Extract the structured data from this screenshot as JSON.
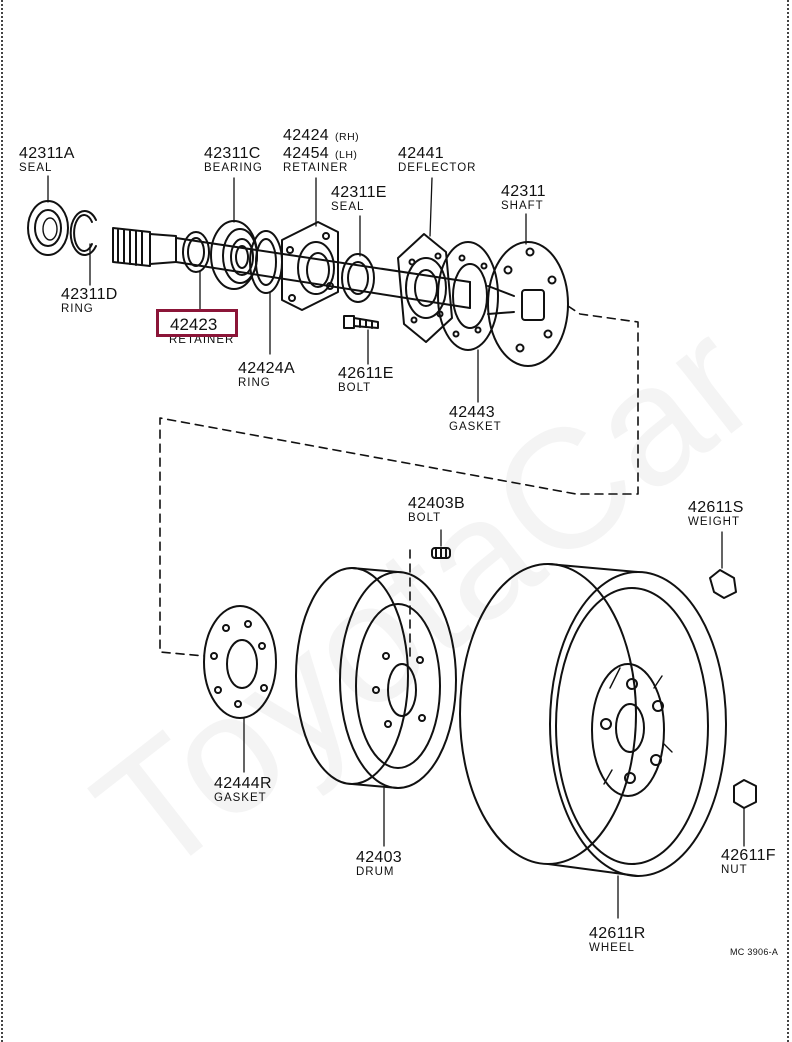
{
  "diagram": {
    "watermark": "ToyotaCar",
    "code": "MC 3906-A",
    "highlight": {
      "number": "42423",
      "name": "RETAINER"
    },
    "parts": [
      {
        "id": "seal-42311a",
        "number": "42311A",
        "name": "SEAL"
      },
      {
        "id": "ring-42311d",
        "number": "42311D",
        "name": "RING"
      },
      {
        "id": "bearing-42311c",
        "number": "42311C",
        "name": "BEARING"
      },
      {
        "id": "retainer-42424",
        "number": "42424",
        "suffix": "(RH)"
      },
      {
        "id": "retainer-42454",
        "number": "42454",
        "suffix": "(LH)",
        "name": "RETAINER"
      },
      {
        "id": "deflector-42441",
        "number": "42441",
        "name": "DEFLECTOR"
      },
      {
        "id": "seal-42311e",
        "number": "42311E",
        "name": "SEAL"
      },
      {
        "id": "shaft-42311",
        "number": "42311",
        "name": "SHAFT"
      },
      {
        "id": "ring-42424a",
        "number": "42424A",
        "name": "RING"
      },
      {
        "id": "bolt-42611e",
        "number": "42611E",
        "name": "BOLT"
      },
      {
        "id": "gasket-42443",
        "number": "42443",
        "name": "GASKET"
      },
      {
        "id": "bolt-42403b",
        "number": "42403B",
        "name": "BOLT"
      },
      {
        "id": "weight-42611s",
        "number": "42611S",
        "name": "WEIGHT"
      },
      {
        "id": "gasket-42444r",
        "number": "42444R",
        "name": "GASKET"
      },
      {
        "id": "drum-42403",
        "number": "42403",
        "name": "DRUM"
      },
      {
        "id": "nut-42611f",
        "number": "42611F",
        "name": "NUT"
      },
      {
        "id": "wheel-42611r",
        "number": "42611R",
        "name": "WHEEL"
      }
    ]
  }
}
